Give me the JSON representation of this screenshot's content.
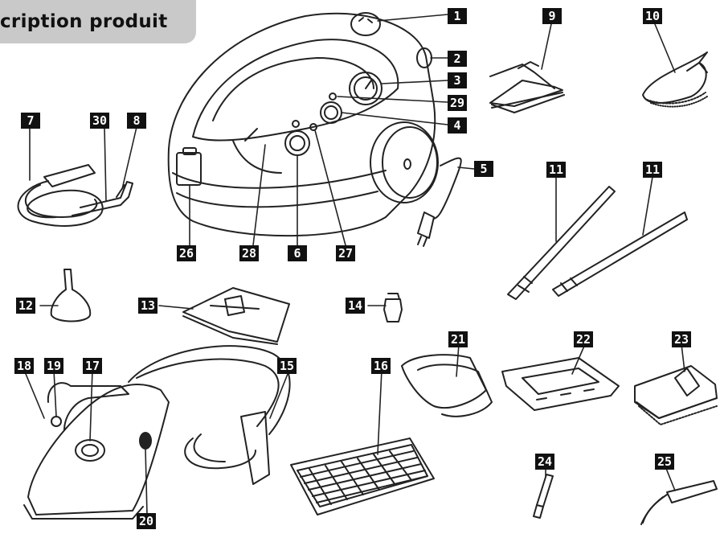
{
  "title": "cription produit",
  "labels": [
    "1",
    "2",
    "3",
    "29",
    "4",
    "5",
    "26",
    "28",
    "6",
    "27",
    "7",
    "30",
    "8",
    "9",
    "10",
    "11",
    "11",
    "12",
    "13",
    "14",
    "15",
    "16",
    "18",
    "19",
    "17",
    "20",
    "21",
    "22",
    "23",
    "24",
    "25"
  ],
  "colors": {
    "label_bg": "#111111",
    "label_text": "#ffffff",
    "title_bg": "#c9c9c9",
    "line": "#222222"
  }
}
